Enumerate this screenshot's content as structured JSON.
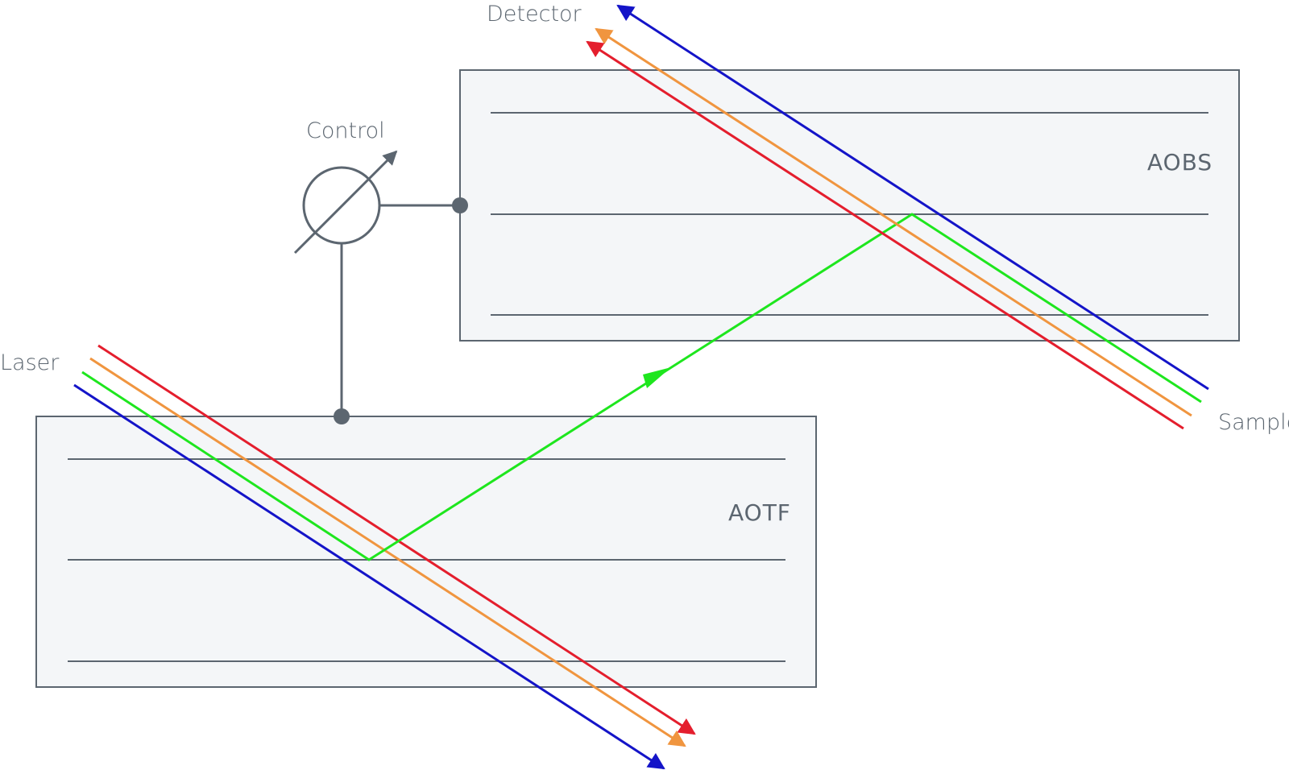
{
  "labels": {
    "detector": "Detector",
    "control": "Control",
    "laser": "Laser",
    "sample": "Sample",
    "aobs": "AOBS",
    "aotf": "AOTF"
  },
  "colors": {
    "red": "#e41e2d",
    "orange": "#f0953f",
    "green": "#1ee61e",
    "blue": "#1414c8",
    "structure": "#5c6670",
    "box_fill": "#f4f6f8"
  }
}
